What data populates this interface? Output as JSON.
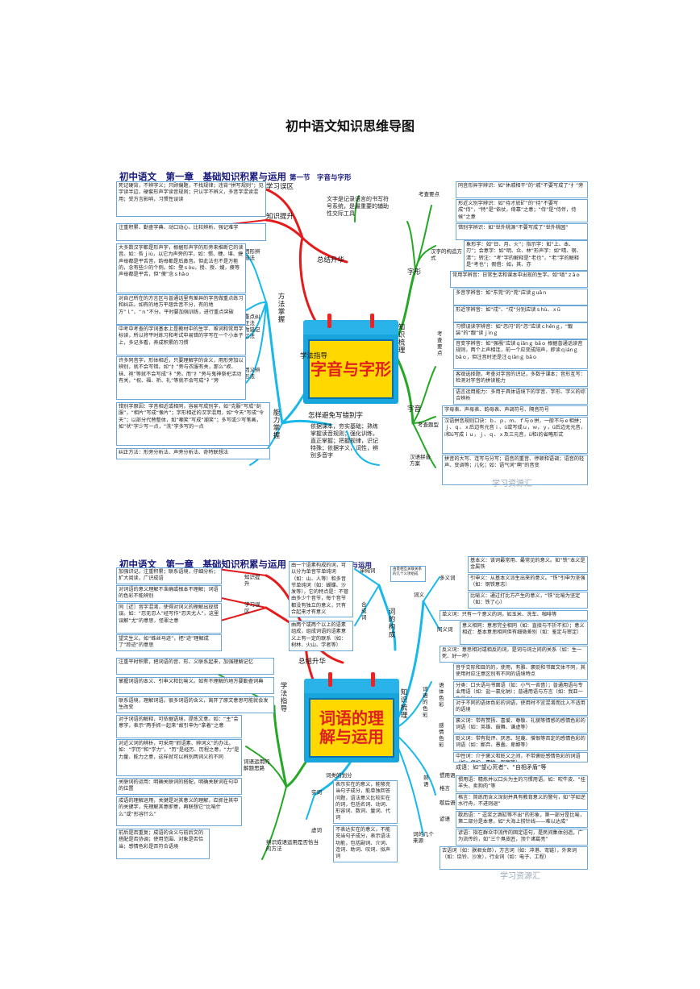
{
  "title": "初中语文知识思维导图",
  "m1": {
    "head": "初中语文　第一章　基础知识积累与运用",
    "sec": "第一节　字音与字形",
    "center": "字音与字形",
    "l": {
      "xxwq": "学习误区",
      "zszs": "知识提升",
      "zjsh": "总结升华",
      "yxpy": "因形辨音法",
      "zdjz": "重点纠正法",
      "ghjy": "改错记忆法",
      "yyb": "因义辨形法",
      "ffzw": "方法掌握",
      "xfzd": "学法指导",
      "nlzw": "能力掌握",
      "zywb": "怎样避免写错别字",
      "zssl": "知识梳理",
      "zx": "字形",
      "zy": "字音",
      "kcyd": "考查要点",
      "hzgz": "汉字的构造方式",
      "kcyd2": "考查要点",
      "kctx": "考查题型",
      "hzpy": "汉语拼音方案"
    },
    "t": {
      "t1": "死记硬背，不辨字义；只顾偏题，不找规律；违背“拼写规则”；见字读半边，硬套形声字读音规则；只认字不辨义，多音字混读混用；受方言影响，习惯性误读",
      "t2": "注重积累、勤查字典、动口动心、比较辨析、强记难字",
      "t3": "大多数汉字都是形声字，根据形声字的形旁来推断它的读音。如：咎ｊiù，以它为声旁的字，如：惯、睫、堪、捷声母都是平舌音，韵母都是后鼻音。但此法也不是万能的，念有些少的个例。如：壁ｓòu，授、授、嫂，傻等声母都是平舌，但“傻”念ｓhǎｏ",
      "t4": "对自己所在的方言区与普通话里有差异的字音做重点练习和纠正。如有的地方平翘舌音不分，有的地方“ｌ”、“ｎ”不分。平时要加强训练，进行重点突破",
      "t5": "中考中考查的字词基本上是教材中的生字、难词和常用字标读，所以将平时练习和考试中易错的字写在一个小本子上，多记多看，养成积累的习惯",
      "t6": "许多同音字，形体相近，只要理解字的含义，用形旁加以辨别，就不会写错。如“扌”旁与衣服有关，那么“衩、袜、袍”等就不会写成“衤”旁。而“扌”旁与鬼神祭祀活动有关，“祝、福、祈、礼”等就不会写成“衤”旁",
      "t7": "错别字原因：字音相近或相同，容易写成别字，如“克服”写成“刻服”，“相片”写成“像片”；字形相近的汉字混用，如“今天”写成“令天”；以部分代替整体，如“嘲笑”写成“潮笑”；多写或少写笔画，如“状”字少写一点，“洗”字多写的一点",
      "t8": "纠正方法：形旁分析法、声旁分析法、奇特联想法",
      "t9": "文字是记录语言的书写符号系统，是最重要的辅助性交际工具",
      "t10": "依据课本，夯实基础；熟练掌握读音规则；强化训练，直正掌握；把握规律，识记特殊；依据字义，词性，辨别多音字",
      "r1": "同音形异字辨识：如“休戚相干”的“戚”不要写成了“扌”旁",
      "r2": "形近义别字辨识：如“待才放矿”的“待”不要写成“侍”，“特”是“依仗，倚靠”之意；“侍”是“侍伴，侍候”之意",
      "r3": "错别字辨识：如“世外桃源”不要写成了“世外桃园”",
      "r4": "象形字：如“日、月、火”；指示字：如“上、本、刃”；会意字：如“明、众、林”形声字：如“晴、钢、清”；转注：“考”字的解释是“老也”，“老”字的解释是“考也”；假借：如，其、亦",
      "r5": "常用字辨音：日常生活和课本中出现的生字。如“嗔”ｚāｏ",
      "r6": "多音字辨音：如“东莞”的“莞”应读ｇuǎｎ",
      "r7": "形近字辨音：如“戌”、“戍”分别应读ｓhù、ｘū",
      "r8": "习惯误读字辨音：如“忽闪”的“忽”应读ｃhēnｇ，“靓装”的“靓”读ｊìnｇ",
      "r9": "音变字辨音：如“强襁”应读ｑiǎnｇ bǎｏ 根据普通话读音规则，两个上声相连，前一个应变成阳声，即读ｑiánｇ bǎｏ，但注音时还是注ｑiǎnｇ bǎｏ",
      "r10": "客观选择题，考查对字音的识记，多数于课本；音形互写：检测对字音的拼读能力",
      "r11": "语言运用能力：多用于具体语境下的字音、字形、字义的综合辨析",
      "r12": "字母表、声母表、韵母表、声调符号、隔音符号",
      "r13": "汉语拼音规则口诀：ｂ、ｐ、ｍ、ｆ与ｏ拼，一般不与ｅ相拼；ｊ、ｑ、ｘ后边有元音ｉ、ü或写成ｕ，ｗ，ｙ，ü后边无元音，i和ü写成ｉｕ，ｊ、ｑ、ｘ及三元音，ü和i的省略形式",
      "r14": "拼音的大写、连写与分写；语音的重音、停顿和语调；语音的轻声、变调等；儿化；如：语气词“啊”的音变"
    }
  },
  "m2": {
    "head": "初中语文　第一章　基础知识积累与运用",
    "sec": "第二节　词语的理解与运用",
    "center": "词语的理解与运用",
    "l": {
      "zsts": "知识提升",
      "xxwq": "学习误区",
      "zjsh": "总结升华",
      "xfzd": "学法指导",
      "cyyy": "词语运用的解题思路",
      "bsgg": "辨识成语运用是否恰当的方法",
      "cldhf": "词类的划分",
      "sc": "实词",
      "xc": "虚词",
      "dcc": "单纯词",
      "hcc": "合成词",
      "cdgc": "词的构成",
      "zssl": "知识梳理",
      "cy": "词义",
      "dyc": "多义词",
      "dycy": "单义词",
      "tyc": "同义词",
      "fyc": "反义词",
      "gzs": "语体色彩",
      "ssc": "感情色彩",
      "cysc": "词语的色彩",
      "sy": "熟语",
      "gyy": "惯用语",
      "gy": "格言",
      "xhy": "歇后语",
      "yy": "谚语",
      "cdjgly": "词的几个来源"
    },
    "t": {
      "t1": "加强识记，注重积累；联系语境，仔细分析；扩大阅读，广识成语",
      "t2": "对词语的意义理解不准确或根本不理解；词语的色彩不能辨别",
      "t3": "同［近］音字混淆，使得对词义的理解出现错误。如：“忍无忍人”经写作“忍天尤人”，这里误解“尤”的意思，怪罪之意",
      "t4": "望文生义。如“蛛丝马迹”，把“迹”理解成了“踪迹”的意思",
      "t5": "注重平时积累，把词语的音、形、义联系起来，加强理解记忆",
      "t6": "掌握词语的本义、引申义和比喻义。如有不理解的地方要勤查词典",
      "t7": "联系语境，理解词语。很多词语的含义，离开了原文意思可能就会发生改变",
      "t8": "对于词语的解释，可依据语境，提炼文意。如：“主”会意字，表示“两手抓一起来”故引申为“拿着”之意",
      "t9": "对近义词的辨析，可采用“抓语素、辨词义”的办法。如：“学历”和“学力”，“历”是经历、历程之意，“力”是力量、能力之意，这样就可以辨别两词义的不同",
      "t10": "关联词的运用：明确关联词的搭配，明确关联词在句中的位置",
      "t11": "成语的理解运用，关键是对其意义的理解，应抓住其中的关键字，先理解其意即意，再联想它“比喻什么”或“形容什么”",
      "t12": "前后是否重复；成语的含义与前后文的搭配是否协调；使用范围、对象是否恰当；感情色彩是否符合语境",
      "t13": "表示实在的意义，能够充当句子成分，能单独回答问题，语法意义比较实在的词，包括名词、动词、形容词、数词、量词、代词",
      "t14": "不表达实在的意义，不能充当句子成分，表示语法功能，包括副词、介词、连词、助词、叹词、拟声词",
      "t15": "由一个语素构成的词，可以分为单音节单纯词（如：山、人等）和多音节单纯词（如：蝴蝶、沙发等），它的特点是：不管由多少个音节，每个音节都没有独立的意义，只有合起来才有意义",
      "t16": "由两个或两个以上的语素组成，组成词语的语素意义上有一定的联系（如：树林、火山、学者等）",
      "t17": "由意相互关联关系的几个义项组成",
      "r1": "基本义：该词最常用、最常见的意义。如“铁”本义是金属铁",
      "r2": "引申义：从基本义派生出来的意义。“铁”引申为坚强（如：钢铁意志）",
      "r3": "比喻义：通过打比方产生的意义，“铁”比喻为坚定（如：铁了心）",
      "r4": "单义词：只有一个意义的词，如玉米、洗车、咖啡等",
      "r5": "意义相同：意思完全相同（如：直接与不折不扣）；意义相近：基本意思相同但有细微差别（如：鉴定与审定）",
      "r6": "反义词：意思相对或相反的词，是词与词之间的关系（如：生一死、好一坏）",
      "r7": "音乎交际和目的的，使用，有雅、褒贬和书面文体不同，其使用时应注意区别有不同的语境特点",
      "r8": "分类：口头语与书面语（如：小气一吝啬）；普通用语与专业用语（如：盐一氯化钠）；普通用语与方言（如：我亚一我们儿）",
      "r9": "对于不同的语体色彩的词语，使用时不宜混淆而比入不适用的语境",
      "r10": "褒义词：带有赞扬、喜爱、尊敬、礼貌等情感的感情色彩的词语（如：英雄、鼓舞、谦虚等）",
      "r11": "贬义词：带有批评、厌恶、轻蔑、憎恨等否定的感情色彩的词语（如：鄙弃、愚蠢、卑鄙等）",
      "r12": "中性词：介于褒义和贬义之间，不带褒贬感情色彩的词语（如：保护、事物、观察等）",
      "r13": "成语：如“望心死者”、“自相矛盾”等",
      "r14": "惯用语：精炼并以口头为主的习惯用语，如：吹牛皮、“挂羊头、卖狗肉”等",
      "r15": "格言：简练而含义深刻并具有教育意义的警句，如“学如逆水行舟，不进则退”",
      "r16": "歇后语：“ 逗浆之酒缸等不出”的形象，第一部分是比喻，第二部分是本意，如“大海上捞针线——难以达成”",
      "r17": "谚语：指在群众中流传的固定语句，是民间集体创造，广为流传的，如“三个臭皮匠，顶个诸葛亮”",
      "r18": "古语词（如：朕君女郎），方言词（如：冲港、弯链），外来词（如：烧铃、沙发），行业词（如：电子、工程）"
    }
  },
  "wm": "学习资源汇"
}
